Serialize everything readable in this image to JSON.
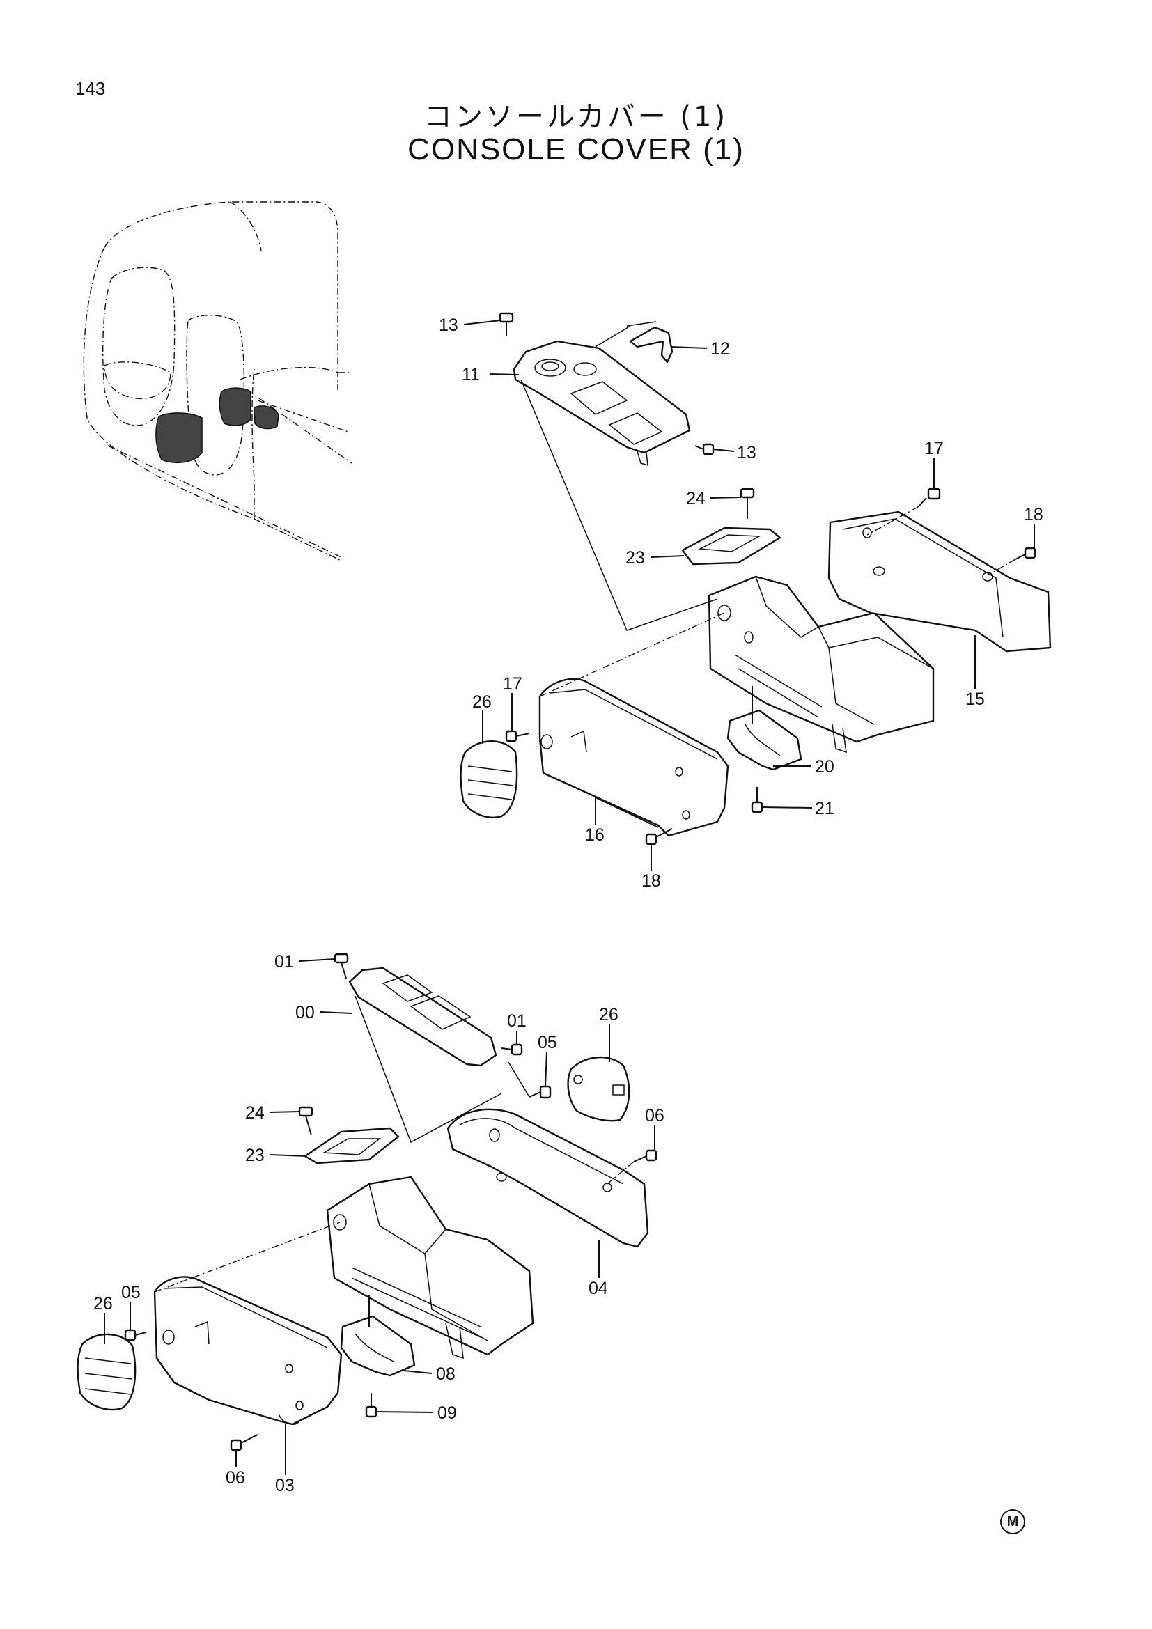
{
  "page_number": "143",
  "title_jp": "コンソールカバー (1)",
  "title_en": "CONSOLE COVER (1)",
  "corner_mark": "M",
  "callouts": [
    {
      "id": "u13a",
      "text": "13"
    },
    {
      "id": "u12",
      "text": "12"
    },
    {
      "id": "u11",
      "text": "11"
    },
    {
      "id": "u13b",
      "text": "13"
    },
    {
      "id": "u17a",
      "text": "17"
    },
    {
      "id": "u18a",
      "text": "18"
    },
    {
      "id": "u24",
      "text": "24"
    },
    {
      "id": "u23",
      "text": "23"
    },
    {
      "id": "u15",
      "text": "15"
    },
    {
      "id": "u26",
      "text": "26"
    },
    {
      "id": "u17b",
      "text": "17"
    },
    {
      "id": "u20",
      "text": "20"
    },
    {
      "id": "u21",
      "text": "21"
    },
    {
      "id": "u16",
      "text": "16"
    },
    {
      "id": "u18b",
      "text": "18"
    },
    {
      "id": "l01a",
      "text": "01"
    },
    {
      "id": "l00",
      "text": "00"
    },
    {
      "id": "l01b",
      "text": "01"
    },
    {
      "id": "l05a",
      "text": "05"
    },
    {
      "id": "l26a",
      "text": "26"
    },
    {
      "id": "l06a",
      "text": "06"
    },
    {
      "id": "l24",
      "text": "24"
    },
    {
      "id": "l23",
      "text": "23"
    },
    {
      "id": "l04",
      "text": "04"
    },
    {
      "id": "l26b",
      "text": "26"
    },
    {
      "id": "l05b",
      "text": "05"
    },
    {
      "id": "l08",
      "text": "08"
    },
    {
      "id": "l09",
      "text": "09"
    },
    {
      "id": "l06b",
      "text": "06"
    },
    {
      "id": "l03",
      "text": "03"
    }
  ]
}
